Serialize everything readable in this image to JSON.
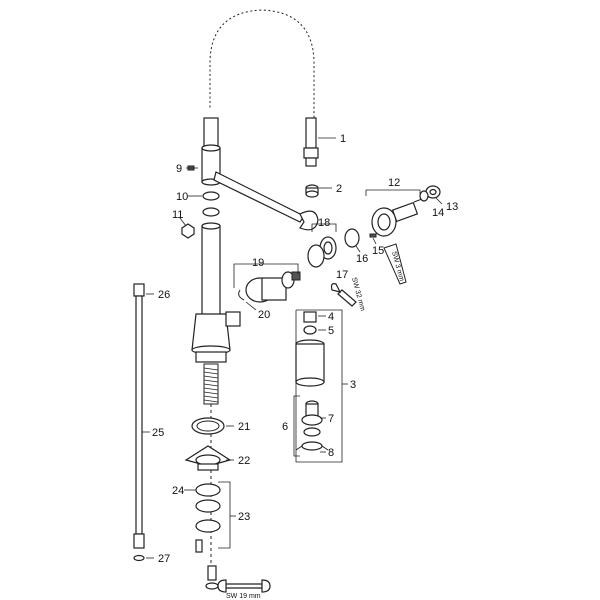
{
  "callouts": {
    "c1": "1",
    "c2": "2",
    "c3": "3",
    "c4": "4",
    "c5": "5",
    "c6": "6",
    "c7": "7",
    "c8": "8",
    "c9": "9",
    "c10": "10",
    "c11": "11",
    "c12": "12",
    "c13": "13",
    "c14": "14",
    "c15": "15",
    "c16": "16",
    "c17": "17",
    "c18": "18",
    "c19": "19",
    "c20": "20",
    "c21": "21",
    "c22": "22",
    "c23": "23",
    "c24": "24",
    "c25": "25",
    "c26": "26",
    "c27": "27"
  },
  "tool_labels": {
    "sw3": "SW 3 mm",
    "sw32": "SW 32 mm",
    "sw19": "SW 19 mm"
  }
}
